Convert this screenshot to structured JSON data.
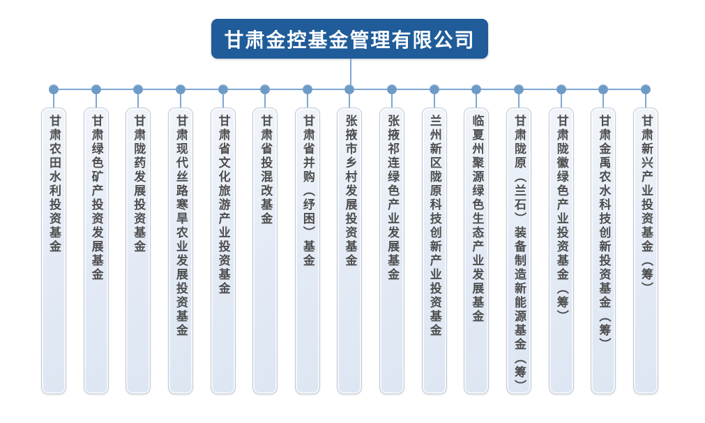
{
  "root": {
    "title": "甘肃金控基金管理有限公司"
  },
  "funds": [
    "甘肃农田水利投资基金",
    "甘肃绿色矿产投资发展基金",
    "甘肃陇药发展投资基金",
    "甘肃现代丝路寒旱农业发展投资基金",
    "甘肃省文化旅游产业投资基金",
    "甘肃省投混改基金",
    "甘肃省并购（纾困）基金",
    "张掖市乡村发展投资基金",
    "张掖祁连绿色产业发展基金",
    "兰州新区陇原科技创新产业投资基金",
    "临夏州聚源绿色生态产业发展基金",
    "甘肃陇原（兰石）装备制造新能源基金（筹）",
    "甘肃陇徽绿色产业投资基金（筹）",
    "甘肃金禹农水科技创新投资基金（筹）",
    "甘肃新兴产业投资基金（筹）"
  ],
  "colors": {
    "root_bg": "#1f5c99",
    "root_text": "#ffffff",
    "connector": "#7da6cf",
    "dot": "#6d9bc8",
    "node_border": "#c3cbd8",
    "node_text": "#4d4d4d",
    "canvas_bg": "#ffffff"
  }
}
